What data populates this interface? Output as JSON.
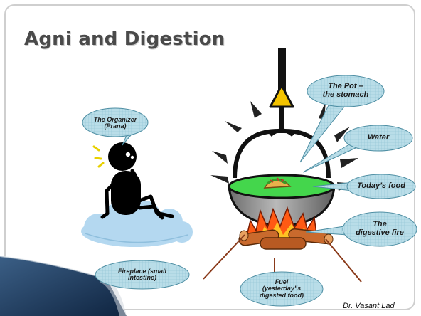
{
  "slide": {
    "title": "Agni and Digestion",
    "credit": "Dr. Vasant Lad"
  },
  "labels": {
    "organizer": "The Organizer\n(Prana)",
    "pot": "The Pot –\nthe stomach",
    "water": "Water",
    "food": "Today’s food",
    "fire": "The\ndigestive fire",
    "fireplace": "Fireplace (small\nintestine)",
    "fuel": "Fuel\n(yesterday\"s\ndigested food)"
  },
  "colors": {
    "bubble_fill": "#b9dde8",
    "bubble_grid": "#8fc3d3",
    "bubble_stroke": "#4e8ea3",
    "cloud": "#b4d8f0",
    "water": "#44d64c",
    "pot": "#9a9a9a",
    "fire": "#ff5a14",
    "flame_inner": "#ffc223",
    "log": "#c96a2d",
    "pointer": "#8a3a1a",
    "ray": "#222222",
    "banner": "#1f3d63"
  },
  "icons": {
    "figure": "thinking-figure-icon",
    "cloud": "cloud-icon",
    "pot": "cooking-pot-icon",
    "taco": "taco-icon",
    "fire": "fire-icon",
    "logs": "firewood-icon",
    "hook": "pot-hook-icon"
  }
}
